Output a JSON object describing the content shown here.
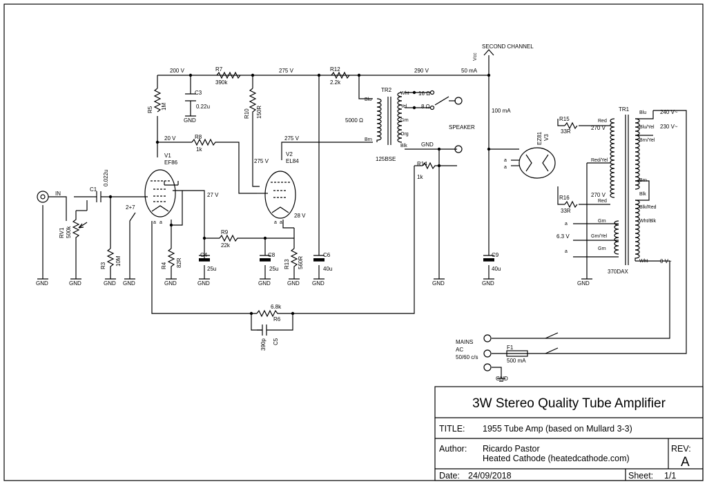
{
  "title_block": {
    "main_title": "3W Stereo Quality Tube Amplifier",
    "title_label": "TITLE:",
    "title_value": "1955 Tube Amp (based on Mullard 3-3)",
    "author_label": "Author:",
    "author_name": "Ricardo Pastor",
    "author_org": "Heated Cathode (heatedcathode.com)",
    "rev_label": "REV:",
    "rev_value": "A",
    "date_label": "Date:",
    "date_value": "24/09/2018",
    "sheet_label": "Sheet:",
    "sheet_value": "1/1"
  },
  "labels": {
    "input": "IN",
    "second_channel": "SECOND CHANNEL",
    "vcc": "Vcc",
    "speaker": "SPEAKER",
    "gnd": "GND",
    "mains": [
      "MAINS",
      "AC",
      "50/60 c/s"
    ],
    "v_200": "200 V",
    "v_275a": "275 V",
    "v_290": "290 V",
    "i_50ma": "50 mA",
    "v_20": "20 V",
    "v_275b": "275 V",
    "v_275c": "275 V",
    "v_27": "27 V",
    "v_28": "28 V",
    "i_100ma": "100 mA",
    "v_270a": "270 V",
    "v_270b": "270 V",
    "v_63": "6.3 V",
    "v_240": "240 V~",
    "v_230": "230 V~",
    "v_0": "0 V~",
    "imp_5000": "5000 Ω",
    "tap_16": "16 Ω",
    "tap_8": "8 Ω",
    "pin_2p7": "2+7",
    "heater_a": "a"
  },
  "components": {
    "C1": {
      "ref": "C1",
      "value": "0.022u"
    },
    "RV1": {
      "ref": "RV1",
      "value": "500k"
    },
    "R3": {
      "ref": "R3",
      "value": "10M"
    },
    "V1": {
      "ref": "V1",
      "value": "EF86"
    },
    "R4": {
      "ref": "R4",
      "value": "82R"
    },
    "C4": {
      "ref": "C4",
      "value": "25u"
    },
    "R5": {
      "ref": "R5",
      "value": "1M"
    },
    "C3": {
      "ref": "C3",
      "value": "0.22u"
    },
    "R7": {
      "ref": "R7",
      "value": "390k"
    },
    "R8": {
      "ref": "R8",
      "value": "1k"
    },
    "R9": {
      "ref": "R9",
      "value": "22k"
    },
    "R10": {
      "ref": "R10",
      "value": "150R"
    },
    "V2": {
      "ref": "V2",
      "value": "EL84"
    },
    "C8": {
      "ref": "C8",
      "value": "25u"
    },
    "R13": {
      "ref": "R13",
      "value": "560R"
    },
    "C6": {
      "ref": "C6",
      "value": "40u"
    },
    "R12": {
      "ref": "R12",
      "value": "2.2k"
    },
    "TR2": {
      "ref": "TR2",
      "value": "125BSE"
    },
    "R14": {
      "ref": "R14",
      "value": "1k"
    },
    "R6": {
      "ref": "R6",
      "value": "6.8k"
    },
    "C5": {
      "ref": "C5",
      "value": "390p"
    },
    "C9": {
      "ref": "C9",
      "value": "40u"
    },
    "V3": {
      "ref": "V3",
      "value": "EZ81"
    },
    "R15": {
      "ref": "R15",
      "value": "33R"
    },
    "R16": {
      "ref": "R16",
      "value": "33R"
    },
    "TR1": {
      "ref": "TR1",
      "value": "370DAX"
    },
    "F1": {
      "ref": "F1",
      "value": "500 mA"
    }
  },
  "tr2_wires": [
    "Blu",
    "Brn",
    "Wht",
    "Yel",
    "Grn",
    "Org",
    "Blk"
  ],
  "tr1_wires": [
    "Blu",
    "Blu/Yel",
    "Brn/Yel",
    "Red",
    "Red/Yel",
    "Red",
    "Brn",
    "Blk",
    "Blk/Red",
    "Wht/Blk",
    "Grn",
    "Grn/Yel",
    "Grn",
    "Wht"
  ]
}
